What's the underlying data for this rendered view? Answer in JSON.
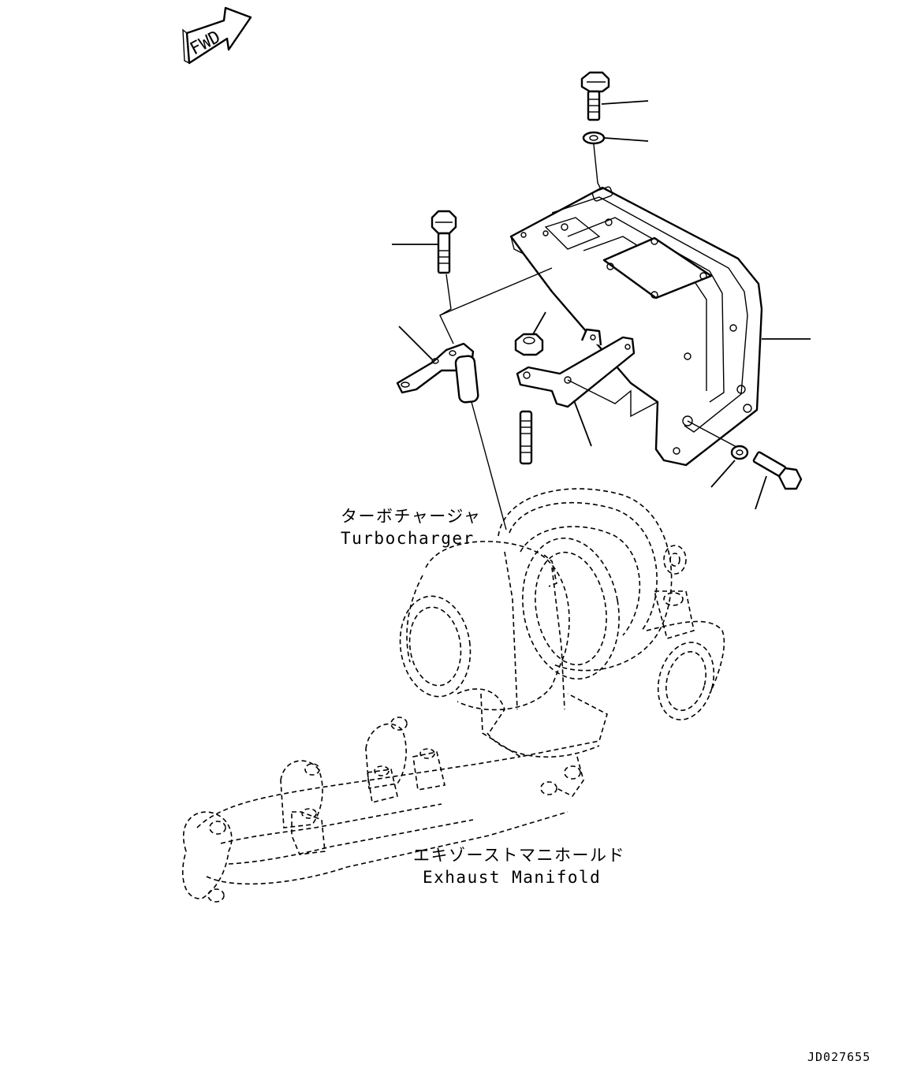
{
  "fwd_arrow": {
    "text": "FWD"
  },
  "labels": {
    "turbocharger_jp": "ターボチャージャ",
    "turbocharger_en": "Turbocharger",
    "manifold_jp": "エキゾーストマニホールド",
    "manifold_en": "Exhaust Manifold"
  },
  "drawing_code": "JD027655"
}
